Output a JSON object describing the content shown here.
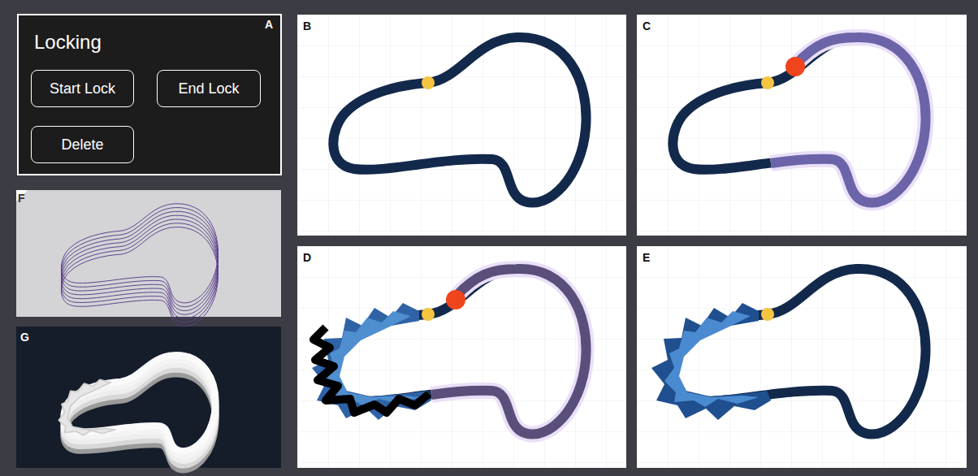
{
  "diagram": {
    "nodes": [
      {
        "text": [
          "Locking"
        ]
      },
      {
        "text": [
          "Start Lock"
        ],
        "in": 0
      },
      {
        "text": [
          "End Lock"
        ],
        "in": 0
      },
      {
        "text": [
          "Delete"
        ],
        "in": 0
      }
    ],
    "labels": [
      "A",
      "B",
      "C",
      "D",
      "E",
      "F",
      "G"
    ]
  }
}
